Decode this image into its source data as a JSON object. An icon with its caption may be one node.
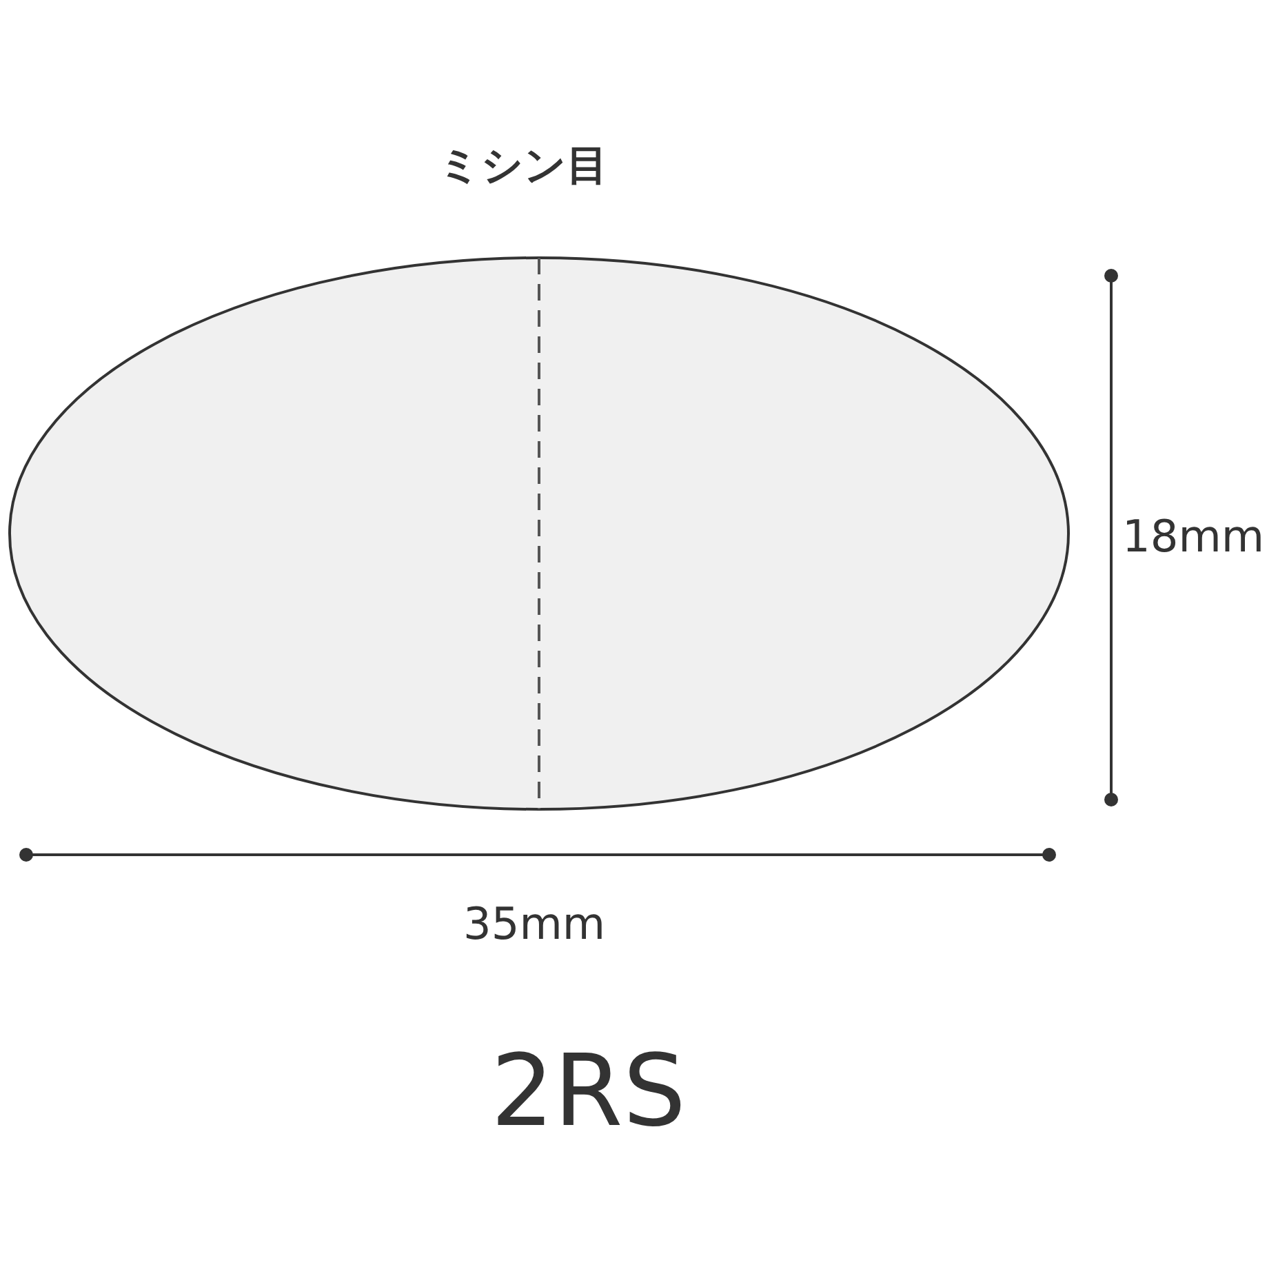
{
  "diagram": {
    "labels": [
      "ミシン目",
      "18mm",
      "35mm",
      "2RS"
    ]
  }
}
